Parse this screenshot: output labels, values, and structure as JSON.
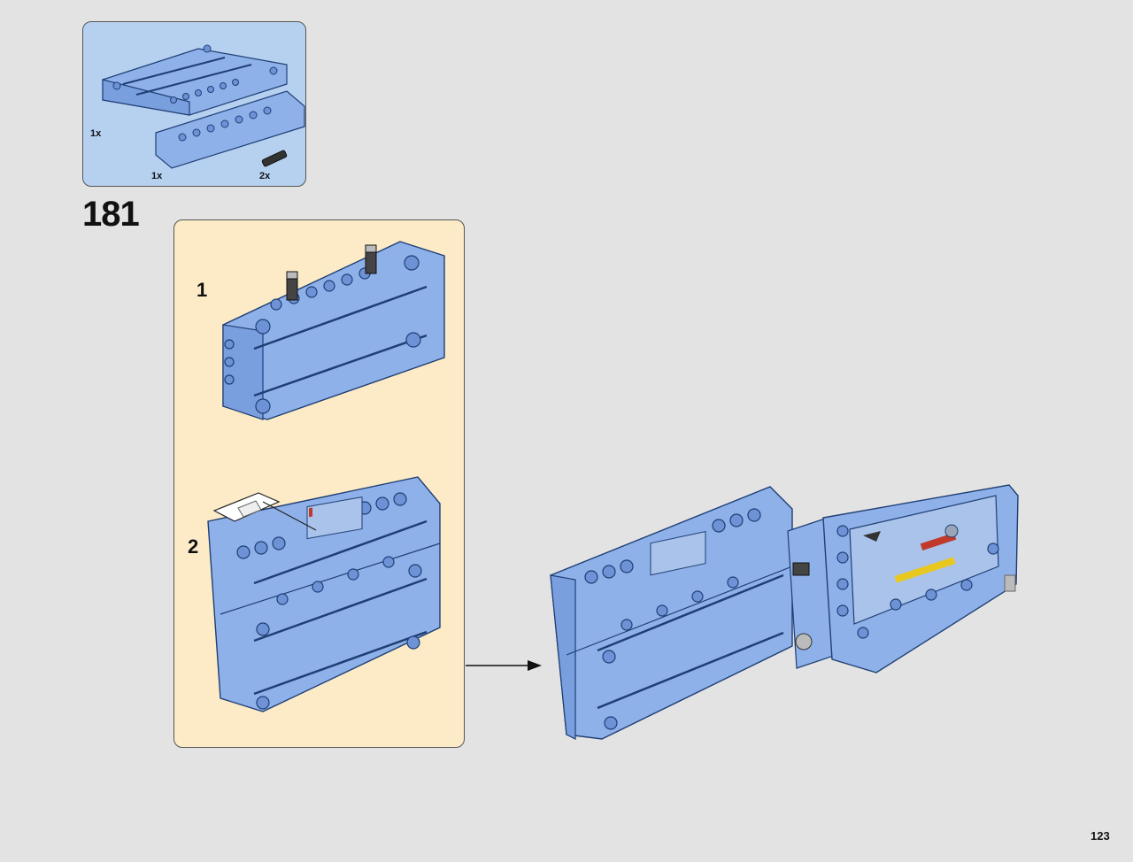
{
  "parts_panel": {
    "items": [
      {
        "name": "flat-panel",
        "qty": "1x"
      },
      {
        "name": "curved-panel",
        "qty": "1x"
      },
      {
        "name": "pin-connector",
        "qty": "2x"
      }
    ]
  },
  "step": {
    "number": "181",
    "substeps": [
      {
        "label": "1"
      },
      {
        "label": "2"
      }
    ]
  },
  "page": {
    "number": "123"
  },
  "colors": {
    "page_bg": "#e3e3e3",
    "parts_bg": "#b6d1f0",
    "substep_bg": "#fcebc6",
    "brick_blue": "#8fb1ea",
    "brick_outline": "#1f3f74",
    "sticker_red": "#c0392b",
    "sticker_yellow": "#e8c81e"
  }
}
